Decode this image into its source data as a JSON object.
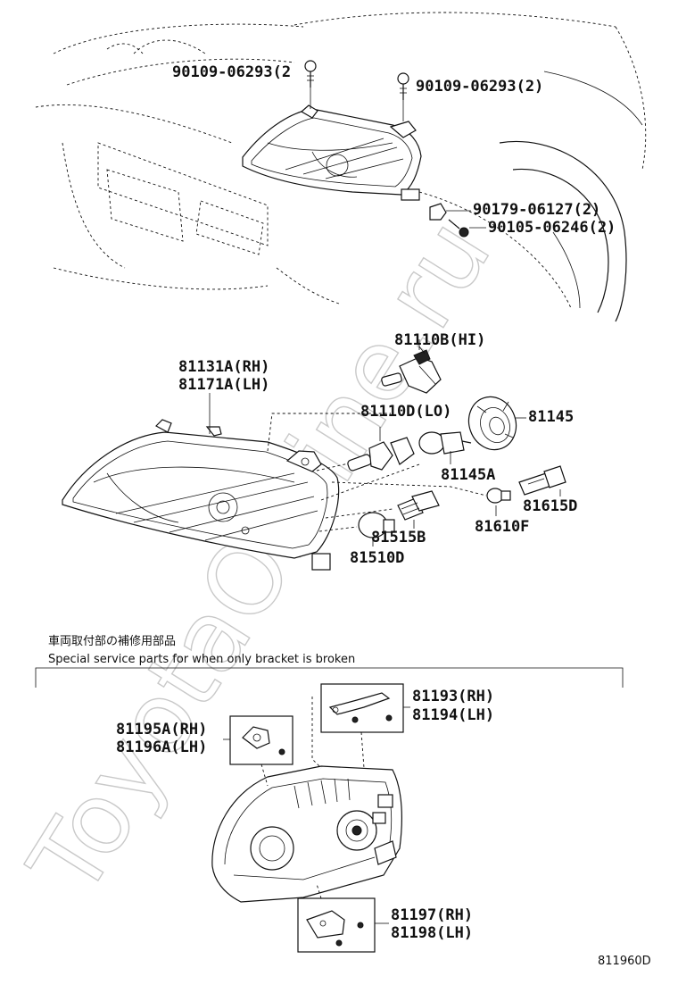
{
  "watermark": "ToyotaOnline.ru",
  "parts": {
    "bolt_a": "90109-06293(2",
    "bolt_b": "90109-06293(2)",
    "nut": "90179-06127(2)",
    "screw": "90105-06246(2)",
    "bulb_hi": "81110B(HI)",
    "unit_rh": "81131A(RH)",
    "unit_lh": "81171A(LH)",
    "bulb_lo": "81110D(LO)",
    "cap": "81145",
    "socket_cap": "81145A",
    "socket_d": "81615D",
    "bulb_f": "81610F",
    "socket_b": "81515B",
    "bulb_d": "81510D",
    "bracket_rh_a": "81193(RH)",
    "bracket_lh_a": "81194(LH)",
    "bracket_rh_b": "81195A(RH)",
    "bracket_lh_b": "81196A(LH)",
    "bracket_rh_c": "81197(RH)",
    "bracket_lh_c": "81198(LH)"
  },
  "note": {
    "japanese": "車両取付部の補修用部品",
    "english": "Special service parts for when only bracket is broken"
  },
  "diagram_code": "811960D"
}
